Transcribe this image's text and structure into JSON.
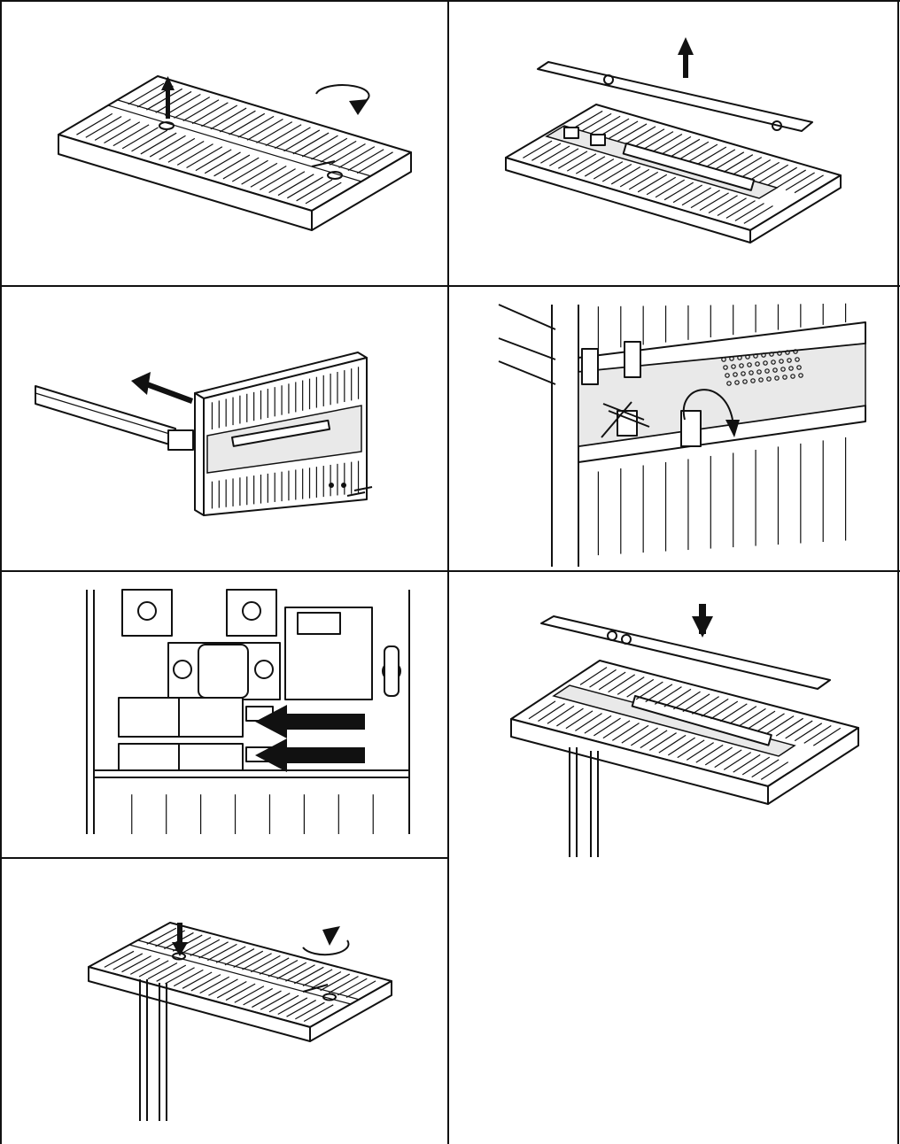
{
  "steps": [
    {
      "action": "loosen-screws-lift-cover",
      "icons": [
        "up-arrow-icon",
        "rotate-counterclockwise-icon"
      ]
    },
    {
      "action": "remove-cover-plate",
      "icons": [
        "up-arrow-icon"
      ]
    },
    {
      "action": "slide-luminaire-onto-pole",
      "icons": [
        "left-arrow-icon"
      ]
    },
    {
      "action": "route-cable-through-housing",
      "icons": [
        "curved-arrow-icon"
      ]
    },
    {
      "action": "insert-wires-into-terminals",
      "icons": [
        "right-to-left-arrow-icon",
        "right-to-left-arrow-icon"
      ]
    },
    {
      "action": "replace-cover-plate",
      "icons": [
        "down-arrow-icon"
      ]
    },
    {
      "action": "tighten-screws",
      "icons": [
        "down-arrow-icon",
        "rotate-clockwise-icon"
      ]
    },
    {
      "action": "empty-cell",
      "icons": []
    }
  ],
  "colors": {
    "line": "#111111",
    "background": "#ffffff",
    "fill": "#e9e9e9"
  }
}
